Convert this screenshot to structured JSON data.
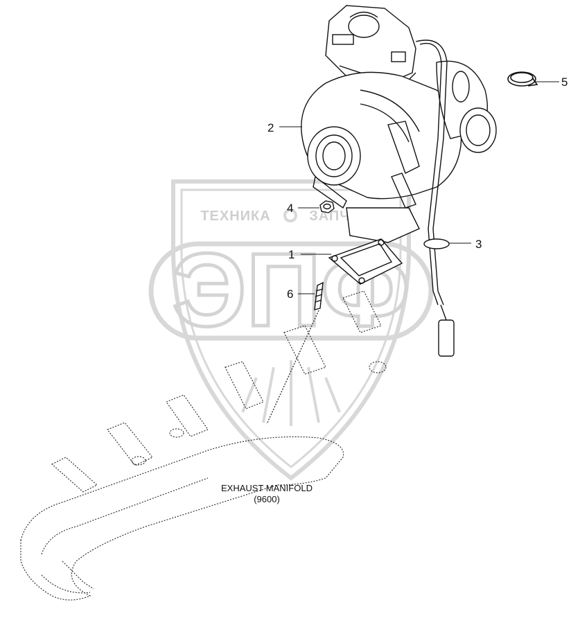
{
  "watermark": {
    "text_left": "ТЕХНИКА",
    "text_right": "ЗАПЧАСТИ",
    "monogram": "ЭПФ",
    "color": "#d8d8d8"
  },
  "callouts": [
    {
      "id": "1",
      "label": "1"
    },
    {
      "id": "2",
      "label": "2"
    },
    {
      "id": "3",
      "label": "3"
    },
    {
      "id": "4",
      "label": "4"
    },
    {
      "id": "5",
      "label": "5"
    },
    {
      "id": "6",
      "label": "6"
    }
  ],
  "caption": {
    "line1": "EXHAUST MANIFOLD",
    "line2": "(9600)"
  },
  "colors": {
    "line": "#111111",
    "dotted": "#333333"
  }
}
